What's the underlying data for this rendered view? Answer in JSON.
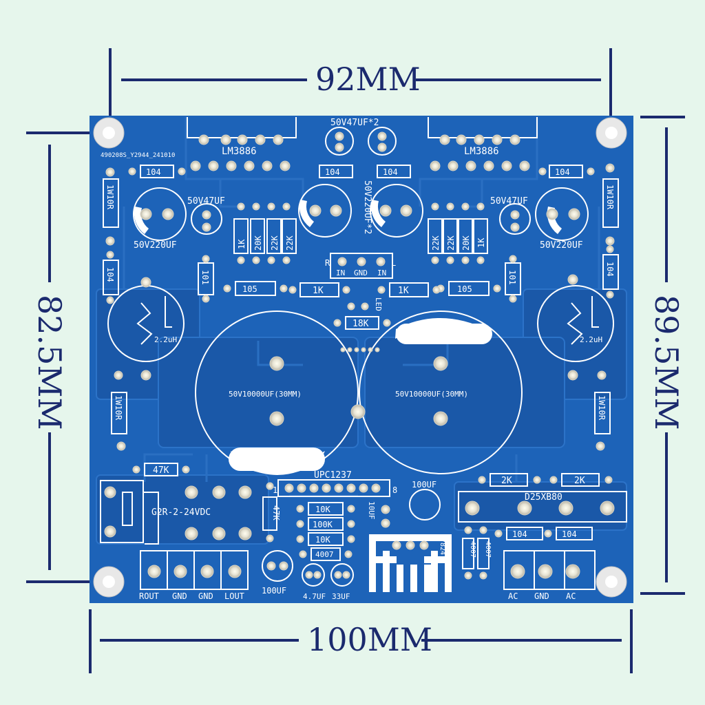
{
  "dimensions": {
    "top": "92MM",
    "bottom": "100MM",
    "left": "82.5MM",
    "right": "89.5MM"
  },
  "board": {
    "code": "490208S_Y2944_241010",
    "ic_left": "LM3886",
    "ic_right": "LM3886",
    "cap_47_top": "50V47UF*2",
    "cap_220_center": "50V220UF*2",
    "cap_47_left": "50V47UF",
    "cap_47_right": "50V47UF",
    "cap_220_left": "50V220UF",
    "cap_220_right": "50V220UF",
    "c104": "104",
    "c101": "101",
    "c105": "105",
    "r1w": "1W10R",
    "r1k": "1K",
    "r20k": "20K",
    "r22k": "22K",
    "r18k": "18K",
    "r47k": "47K",
    "r2k": "2K",
    "r10k": "10K",
    "r100k": "100K",
    "led": "LED",
    "inductor": "2.2uH",
    "input_r": "R",
    "input_l": "L",
    "input_in": "IN",
    "input_gnd": "GND",
    "big_cap": "50V10000UF(30MM)",
    "upc": "UPC1237",
    "pin1": "1",
    "pin8": "8",
    "relay": "G2R-2-24VDC",
    "bridge": "D25XB80",
    "cap_100uf": "100UF",
    "cap_10uf": "10UF",
    "cap_47uf_small": "4.7UF",
    "cap_33uf": "33UF",
    "diode": "4007",
    "regulator": "7824",
    "out_labels": [
      "ROUT",
      "GND",
      "GND",
      "LOUT"
    ],
    "ac_labels": [
      "AC",
      "GND",
      "AC"
    ]
  },
  "colors": {
    "pcb": "#1d63b8",
    "trace": "#1a57a6",
    "silk": "#ffffff",
    "dimension": "#1b2a6e",
    "background": "#e6f6ec"
  }
}
